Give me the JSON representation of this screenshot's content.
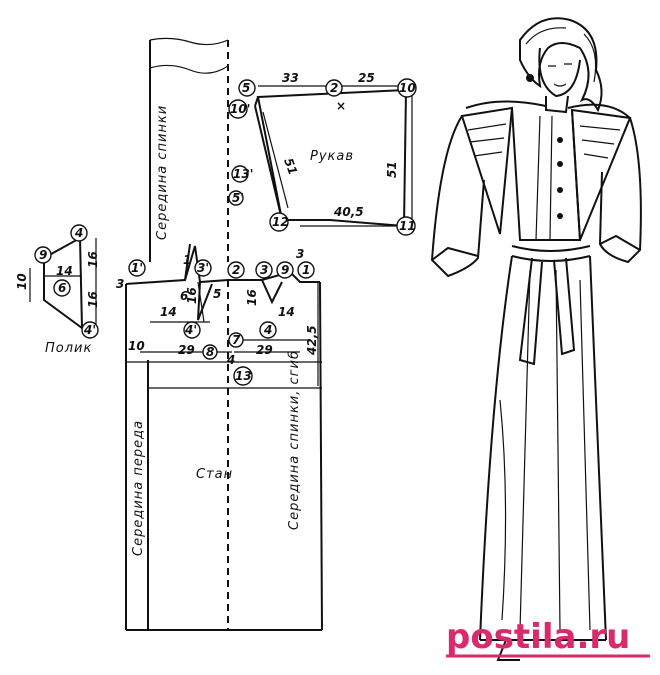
{
  "labels": {
    "back_center": "Середина спинки",
    "sleeve": "Рукав",
    "polik": "Полик",
    "front_center": "Середина переда",
    "stan": "Стан",
    "back_center_fold": "Середина спинки, сгиб"
  },
  "points": {
    "p1": "1",
    "p1p": "1'",
    "p2": "2",
    "p3": "3",
    "p3p": "3'",
    "p4": "4",
    "p4p": "4'",
    "p5": "5",
    "p5p": "5'",
    "p6": "6",
    "p7": "7",
    "p8": "8",
    "p9": "9",
    "p10": "10",
    "p10p": "10'",
    "p11": "11",
    "p12": "12",
    "p13": "13",
    "p13p": "13'",
    "p4b": "4",
    "p4pb": "4'",
    "p9b": "9",
    "p6b": "6",
    "p3b": "3",
    "p3c": "3",
    "p1b": "1",
    "p2b": "2",
    "p4c": "4",
    "p4pc": "4'"
  },
  "dims": {
    "d33": "33",
    "d25": "25",
    "d51a": "51",
    "d51b": "51",
    "d40_5": "40,5",
    "d16a": "16",
    "d16b": "16",
    "d14a": "14",
    "d10a": "10",
    "d6": "6",
    "d14b": "14",
    "d16c": "16",
    "d5": "5",
    "d16d": "16",
    "d14c": "14",
    "d10b": "10",
    "d29a": "29",
    "d29b": "29",
    "d42_5": "42,5"
  },
  "watermark": "postila.ru"
}
